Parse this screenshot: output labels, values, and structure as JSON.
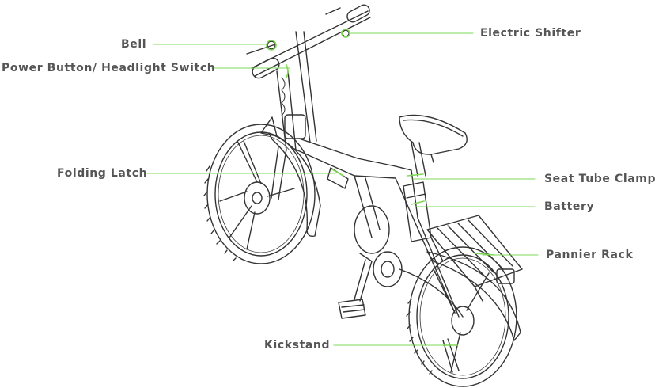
{
  "colors": {
    "leader": "#7ed957",
    "label_text": "#555555",
    "line_art": "#333333"
  },
  "labels": {
    "bell": "Bell",
    "power": "Power Button/ Headlight Switch",
    "folding": "Folding Latch",
    "kickstand": "Kickstand",
    "shifter": "Electric Shifter",
    "seat_clamp": "Seat Tube Clamp",
    "battery": "Battery",
    "rack": "Pannier Rack"
  }
}
